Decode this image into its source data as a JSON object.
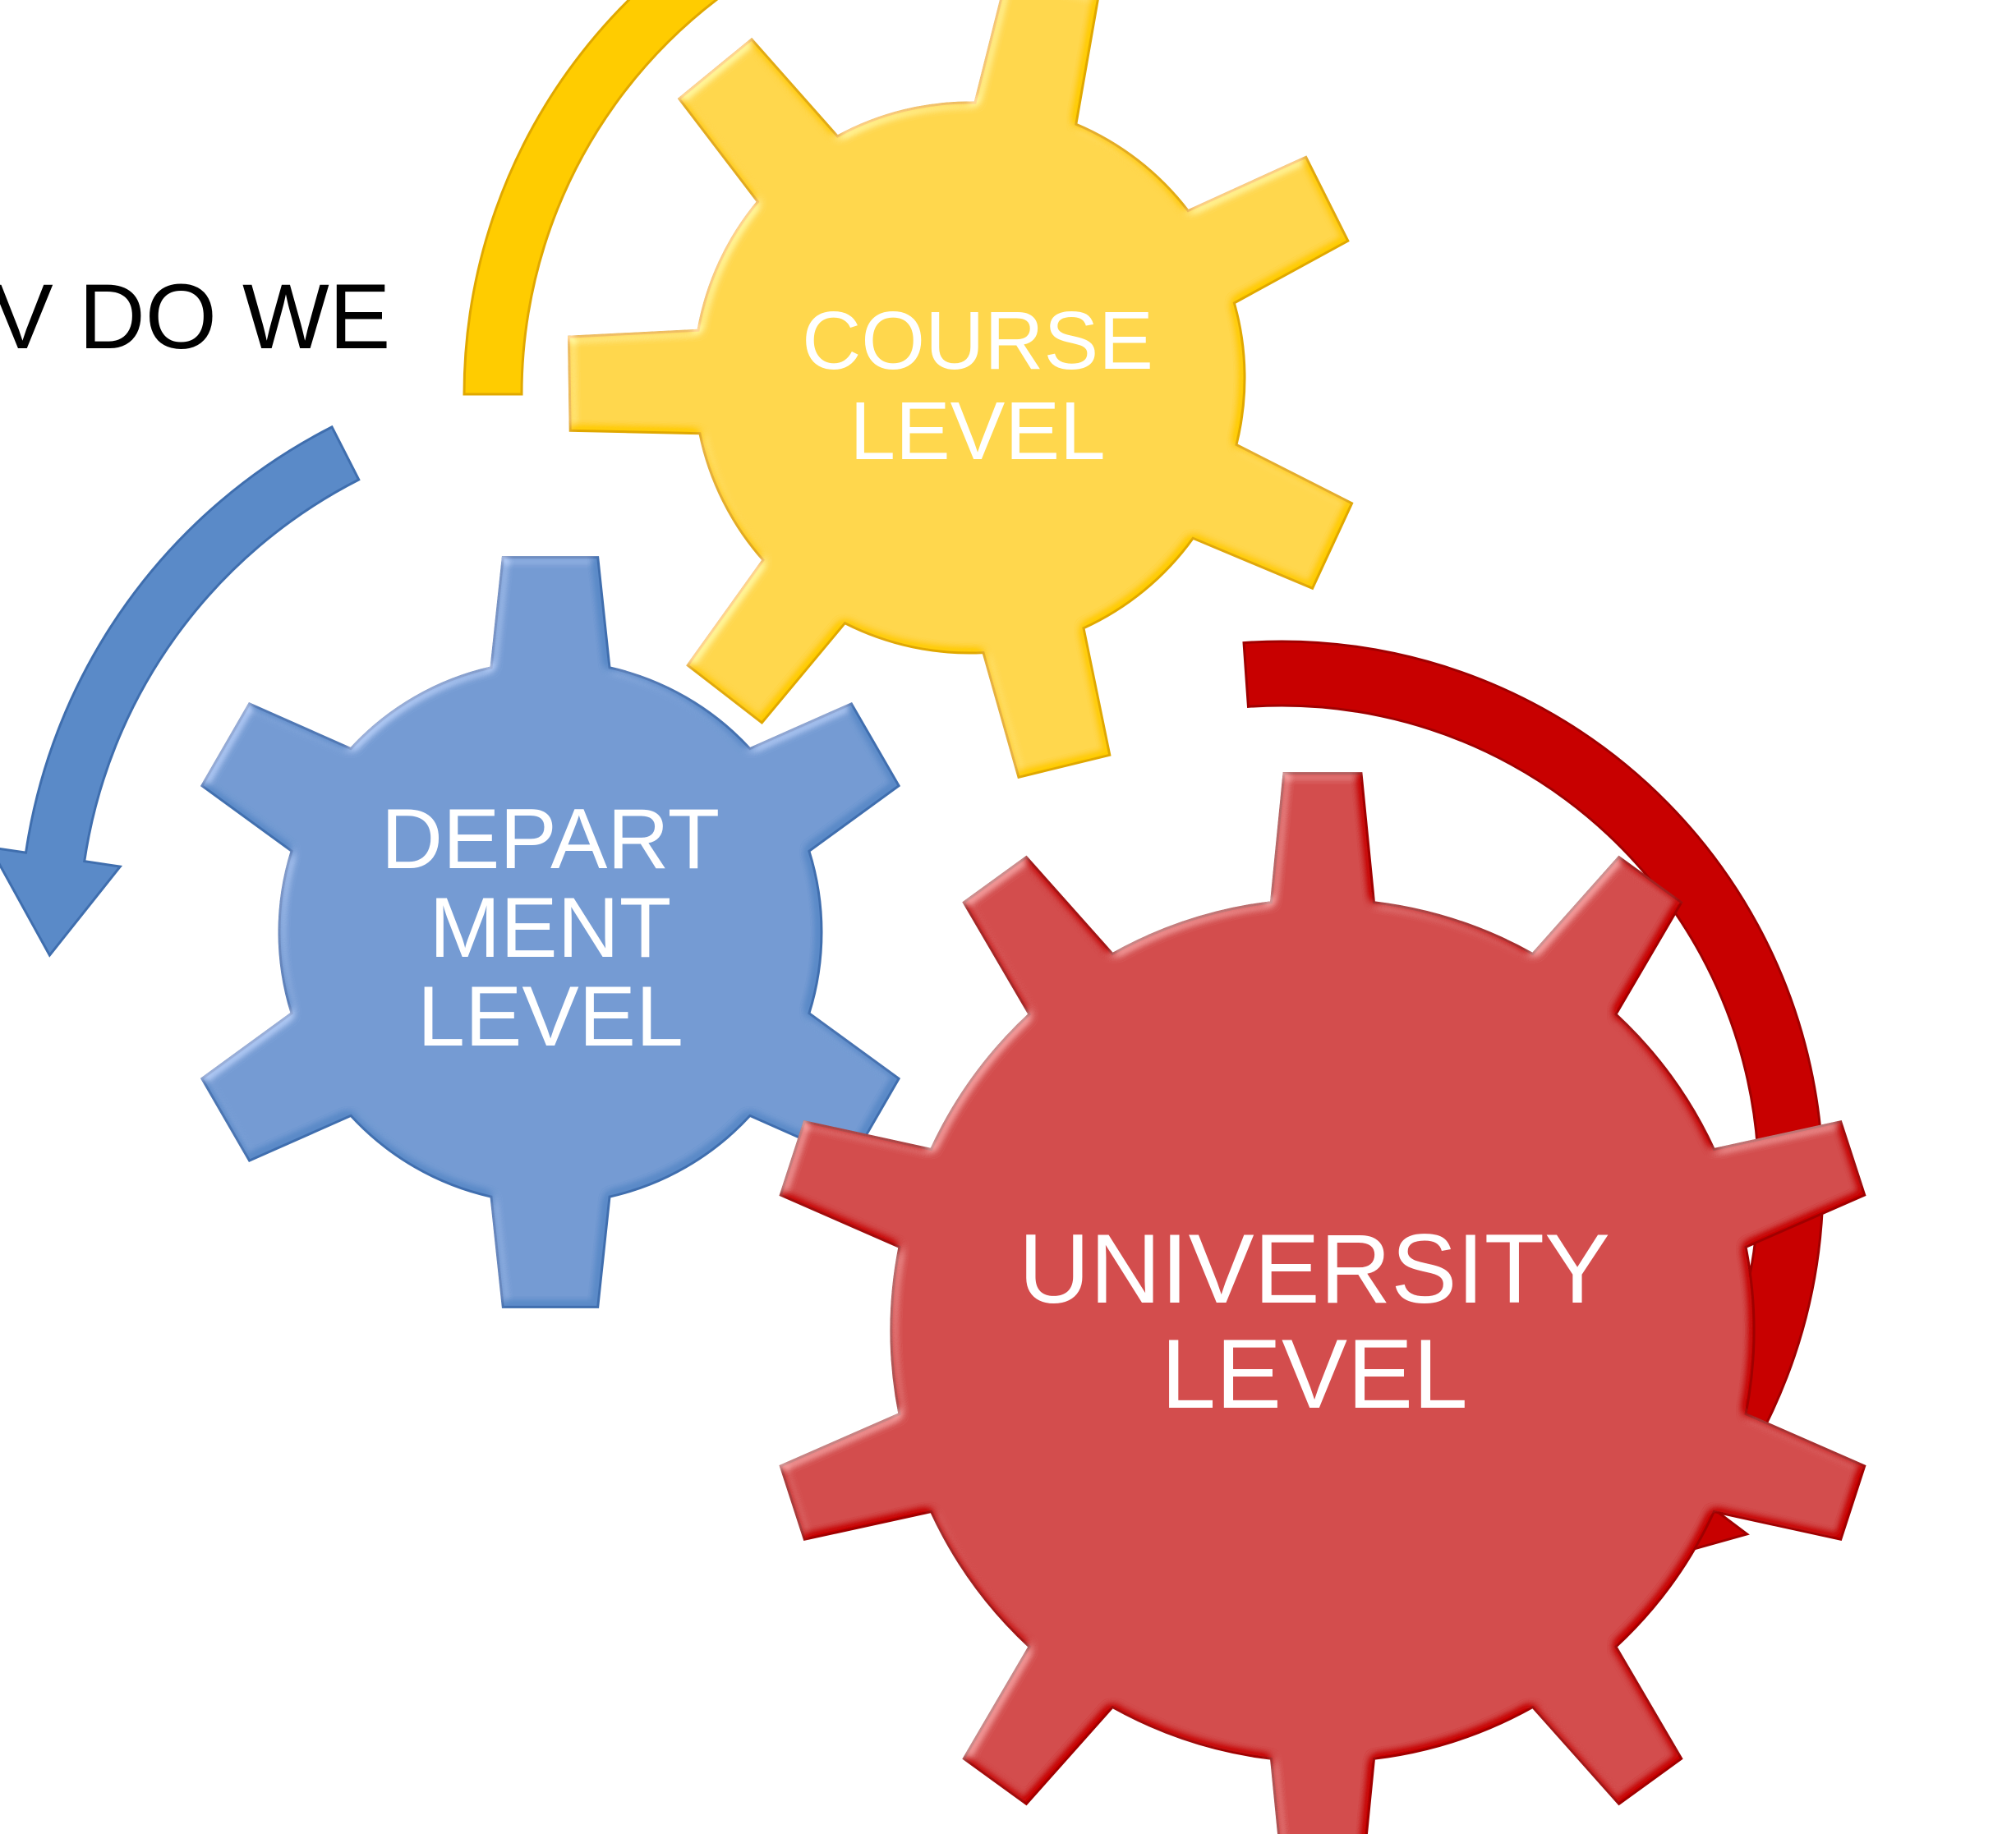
{
  "heading": {
    "partial_text": "V DO WE"
  },
  "colors": {
    "course": "#FFCC00",
    "course_dark": "#E0A800",
    "department": "#5A8AC8",
    "department_dark": "#3F6EAE",
    "university": "#C80000",
    "university_dark": "#A00000"
  },
  "gears": {
    "course": {
      "line1": "COURSE",
      "line2": "LEVEL"
    },
    "department": {
      "line1": "DEPART",
      "line2": "MENT",
      "line3": "LEVEL"
    },
    "university": {
      "line1": "UNIVERSITY",
      "line2": "LEVEL"
    }
  },
  "arrows": {
    "course_arrow_icon": "curved-arrow-up-right-icon",
    "department_arrow_icon": "curved-arrow-down-left-icon",
    "university_arrow_icon": "curved-arrow-down-clockwise-icon"
  }
}
